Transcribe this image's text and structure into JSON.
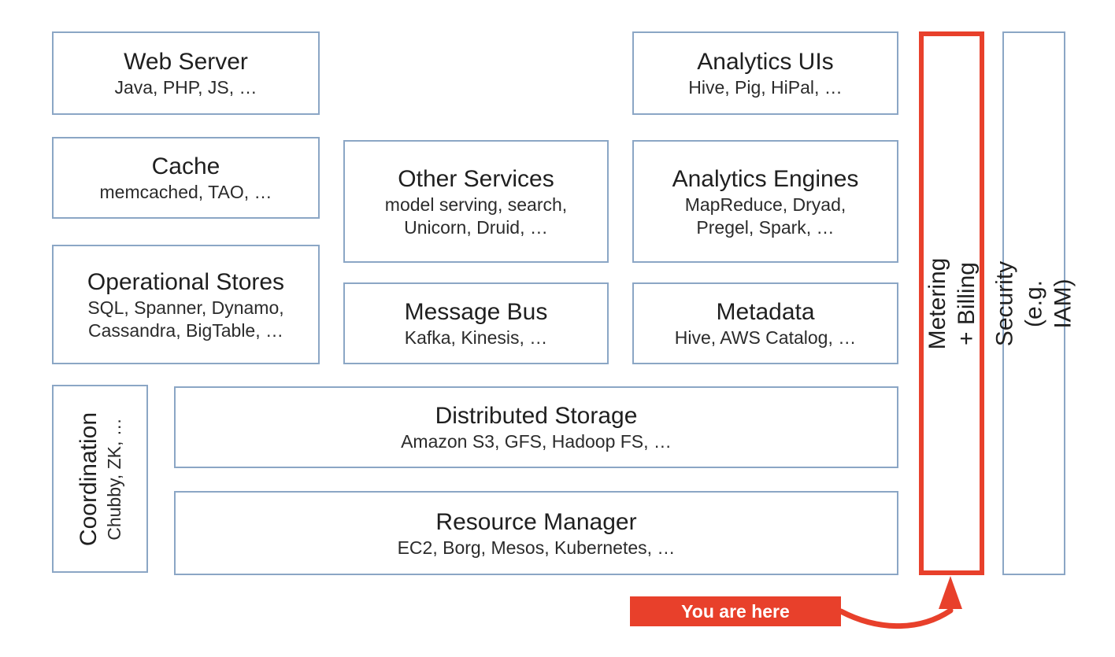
{
  "palette": {
    "background": "#ffffff",
    "box_border": "#8ba6c5",
    "box_fill": "#ffffff",
    "text_primary": "#1f1f1f",
    "text_secondary": "#2b2b2b",
    "accent_red": "#e8402b",
    "annotation_text": "#ffffff"
  },
  "stack": {
    "web_server": {
      "title": "Web Server",
      "subtitle": "Java, PHP, JS, …"
    },
    "cache": {
      "title": "Cache",
      "subtitle": "memcached, TAO, …"
    },
    "operational_stores": {
      "title": "Operational Stores",
      "subtitle": "SQL, Spanner, Dynamo,\nCassandra, BigTable, …"
    },
    "other_services": {
      "title": "Other Services",
      "subtitle": "model serving, search,\nUnicorn, Druid, …"
    },
    "message_bus": {
      "title": "Message Bus",
      "subtitle": "Kafka, Kinesis, …"
    },
    "analytics_uis": {
      "title": "Analytics UIs",
      "subtitle": "Hive, Pig, HiPal, …"
    },
    "analytics_engines": {
      "title": "Analytics Engines",
      "subtitle": "MapReduce, Dryad,\nPregel, Spark, …"
    },
    "metadata": {
      "title": "Metadata",
      "subtitle": "Hive, AWS Catalog, …"
    },
    "coordination": {
      "title": "Coordination",
      "subtitle": "Chubby, ZK, …"
    },
    "distributed_storage": {
      "title": "Distributed Storage",
      "subtitle": "Amazon S3, GFS, Hadoop FS, …"
    },
    "resource_manager": {
      "title": "Resource Manager",
      "subtitle": "EC2, Borg, Mesos, Kubernetes, …"
    }
  },
  "sidebars": {
    "metering_billing": {
      "label": "Metering + Billing"
    },
    "security": {
      "label": "Security (e.g. IAM)"
    }
  },
  "annotation": {
    "you_are_here": {
      "label": "You are here"
    },
    "arrow_icon": "curved-arrow-up"
  }
}
